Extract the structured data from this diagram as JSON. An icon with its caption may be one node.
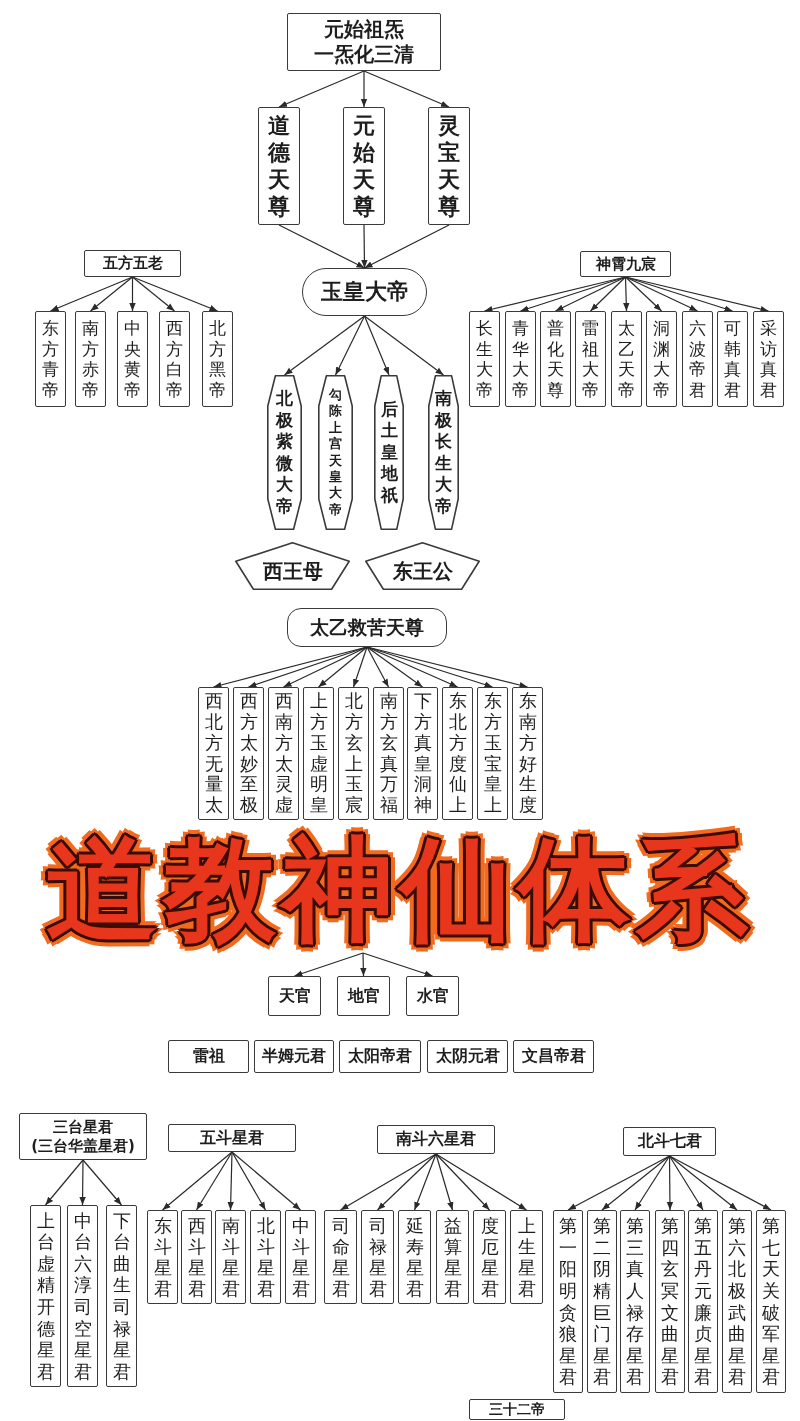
{
  "diagram": {
    "title": "道教神仙体系",
    "nodes": [
      {
        "text": [
          "元始祖炁",
          "一炁化三清"
        ]
      },
      {
        "text": [
          "道德天尊"
        ]
      },
      {
        "text": [
          "元始天尊"
        ]
      },
      {
        "text": [
          "灵宝天尊"
        ]
      },
      {
        "text": [
          "玉皇大帝"
        ]
      },
      {
        "text": [
          "五方五老"
        ]
      },
      {
        "text": [
          "东方青帝"
        ]
      },
      {
        "text": [
          "南方赤帝"
        ]
      },
      {
        "text": [
          "中央黄帝"
        ]
      },
      {
        "text": [
          "西方白帝"
        ]
      },
      {
        "text": [
          "北方黑帝"
        ]
      },
      {
        "text": [
          "神霄九宸"
        ]
      },
      {
        "text": [
          "长生大帝"
        ]
      },
      {
        "text": [
          "青华大帝"
        ]
      },
      {
        "text": [
          "普化天尊"
        ]
      },
      {
        "text": [
          "雷祖大帝"
        ]
      },
      {
        "text": [
          "太乙天帝"
        ]
      },
      {
        "text": [
          "洞渊大帝"
        ]
      },
      {
        "text": [
          "六波帝君"
        ]
      },
      {
        "text": [
          "可韩真君"
        ]
      },
      {
        "text": [
          "采访真君"
        ]
      },
      {
        "text": [
          "北极紫微大帝"
        ]
      },
      {
        "text": [
          "勾陈上宫天皇大帝"
        ]
      },
      {
        "text": [
          "后土皇地祇"
        ]
      },
      {
        "text": [
          "南极长生大帝"
        ]
      },
      {
        "text": [
          "西王母"
        ]
      },
      {
        "text": [
          "东王公"
        ]
      },
      {
        "text": [
          "太乙救苦天尊"
        ]
      },
      {
        "text": [
          "西北方无量太"
        ]
      },
      {
        "text": [
          "西方太妙至极"
        ]
      },
      {
        "text": [
          "西南方太灵虚"
        ]
      },
      {
        "text": [
          "上方玉虚明皇"
        ]
      },
      {
        "text": [
          "北方玄上玉宸"
        ]
      },
      {
        "text": [
          "南方玄真万福"
        ]
      },
      {
        "text": [
          "下方真皇洞神"
        ]
      },
      {
        "text": [
          "东北方度仙上"
        ]
      },
      {
        "text": [
          "东方玉宝皇上"
        ]
      },
      {
        "text": [
          "东南方好生度"
        ]
      },
      {
        "text": [
          "天官"
        ]
      },
      {
        "text": [
          "地官"
        ]
      },
      {
        "text": [
          "水官"
        ]
      },
      {
        "text": [
          "雷祖"
        ]
      },
      {
        "text": [
          "半姆元君"
        ]
      },
      {
        "text": [
          "太阳帝君"
        ]
      },
      {
        "text": [
          "太阴元君"
        ]
      },
      {
        "text": [
          "文昌帝君"
        ]
      },
      {
        "text": [
          "三台星君",
          "(三台华盖星君)"
        ]
      },
      {
        "text": [
          "上台虚精开德星君"
        ]
      },
      {
        "text": [
          "中台六淳司空星君"
        ]
      },
      {
        "text": [
          "下台曲生司禄星君"
        ]
      },
      {
        "text": [
          "五斗星君"
        ]
      },
      {
        "text": [
          "东斗星君"
        ]
      },
      {
        "text": [
          "西斗星君"
        ]
      },
      {
        "text": [
          "南斗星君"
        ]
      },
      {
        "text": [
          "北斗星君"
        ]
      },
      {
        "text": [
          "中斗星君"
        ]
      },
      {
        "text": [
          "南斗六星君"
        ]
      },
      {
        "text": [
          "司命星君"
        ]
      },
      {
        "text": [
          "司禄星君"
        ]
      },
      {
        "text": [
          "延寿星君"
        ]
      },
      {
        "text": [
          "益算星君"
        ]
      },
      {
        "text": [
          "度厄星君"
        ]
      },
      {
        "text": [
          "上生星君"
        ]
      },
      {
        "text": [
          "北斗七君"
        ]
      },
      {
        "text": [
          "第一阳明贪狼星君"
        ]
      },
      {
        "text": [
          "第二阴精巨门星君"
        ]
      },
      {
        "text": [
          "第三真人禄存星君"
        ]
      },
      {
        "text": [
          "第四玄冥文曲星君"
        ]
      },
      {
        "text": [
          "第五丹元廉贞星君"
        ]
      },
      {
        "text": [
          "第六北极武曲星君"
        ]
      },
      {
        "text": [
          "第七天关破军星君"
        ]
      },
      {
        "text": [
          "三十二帝"
        ]
      }
    ],
    "edges": [
      {
        "from": 0,
        "to": 1,
        "arrow": "to"
      },
      {
        "from": 0,
        "to": 2,
        "arrow": "to"
      },
      {
        "from": 0,
        "to": 3,
        "arrow": "to"
      },
      {
        "from": 1,
        "to": 4,
        "arrow": "to"
      },
      {
        "from": 2,
        "to": 4,
        "arrow": "to"
      },
      {
        "from": 3,
        "to": 4,
        "arrow": "to"
      },
      {
        "from": 5,
        "to": 6,
        "arrow": "to"
      },
      {
        "from": 5,
        "to": 7,
        "arrow": "to"
      },
      {
        "from": 5,
        "to": 8,
        "arrow": "to"
      },
      {
        "from": 5,
        "to": 9,
        "arrow": "to"
      },
      {
        "from": 5,
        "to": 10,
        "arrow": "to"
      },
      {
        "from": 11,
        "to": 12,
        "arrow": "to"
      },
      {
        "from": 11,
        "to": 13,
        "arrow": "to"
      },
      {
        "from": 11,
        "to": 14,
        "arrow": "to"
      },
      {
        "from": 11,
        "to": 15,
        "arrow": "to"
      },
      {
        "from": 11,
        "to": 16,
        "arrow": "to"
      },
      {
        "from": 11,
        "to": 17,
        "arrow": "to"
      },
      {
        "from": 11,
        "to": 18,
        "arrow": "to"
      },
      {
        "from": 11,
        "to": 19,
        "arrow": "to"
      },
      {
        "from": 11,
        "to": 20,
        "arrow": "to"
      },
      {
        "from": 4,
        "to": 21,
        "arrow": "to"
      },
      {
        "from": 4,
        "to": 22,
        "arrow": "to"
      },
      {
        "from": 4,
        "to": 23,
        "arrow": "to"
      },
      {
        "from": 4,
        "to": 24,
        "arrow": "to"
      },
      {
        "from": 27,
        "to": 28,
        "arrow": "to"
      },
      {
        "from": 27,
        "to": 29,
        "arrow": "to"
      },
      {
        "from": 27,
        "to": 30,
        "arrow": "to"
      },
      {
        "from": 27,
        "to": 31,
        "arrow": "to"
      },
      {
        "from": 27,
        "to": 32,
        "arrow": "to"
      },
      {
        "from": 27,
        "to": 33,
        "arrow": "to"
      },
      {
        "from": 27,
        "to": 34,
        "arrow": "to"
      },
      {
        "from": 27,
        "to": 35,
        "arrow": "to"
      },
      {
        "from": 27,
        "to": 36,
        "arrow": "to"
      },
      {
        "from": 27,
        "to": 37,
        "arrow": "to"
      },
      {
        "from": null,
        "to": 38,
        "arrow": "to"
      },
      {
        "from": null,
        "to": 39,
        "arrow": "to"
      },
      {
        "from": null,
        "to": 40,
        "arrow": "to"
      },
      {
        "from": 46,
        "to": 47,
        "arrow": "to"
      },
      {
        "from": 46,
        "to": 48,
        "arrow": "to"
      },
      {
        "from": 46,
        "to": 49,
        "arrow": "to"
      },
      {
        "from": 50,
        "to": 51,
        "arrow": "to"
      },
      {
        "from": 50,
        "to": 52,
        "arrow": "to"
      },
      {
        "from": 50,
        "to": 53,
        "arrow": "to"
      },
      {
        "from": 50,
        "to": 54,
        "arrow": "to"
      },
      {
        "from": 50,
        "to": 55,
        "arrow": "to"
      },
      {
        "from": 56,
        "to": 57,
        "arrow": "to"
      },
      {
        "from": 56,
        "to": 58,
        "arrow": "to"
      },
      {
        "from": 56,
        "to": 59,
        "arrow": "to"
      },
      {
        "from": 56,
        "to": 60,
        "arrow": "to"
      },
      {
        "from": 56,
        "to": 61,
        "arrow": "to"
      },
      {
        "from": 56,
        "to": 62,
        "arrow": "to"
      },
      {
        "from": 63,
        "to": 64,
        "arrow": "to"
      },
      {
        "from": 63,
        "to": 65,
        "arrow": "to"
      },
      {
        "from": 63,
        "to": 66,
        "arrow": "to"
      },
      {
        "from": 63,
        "to": 67,
        "arrow": "to"
      },
      {
        "from": 63,
        "to": 68,
        "arrow": "to"
      },
      {
        "from": 63,
        "to": 69,
        "arrow": "to"
      },
      {
        "from": 63,
        "to": 70,
        "arrow": "to"
      }
    ]
  }
}
